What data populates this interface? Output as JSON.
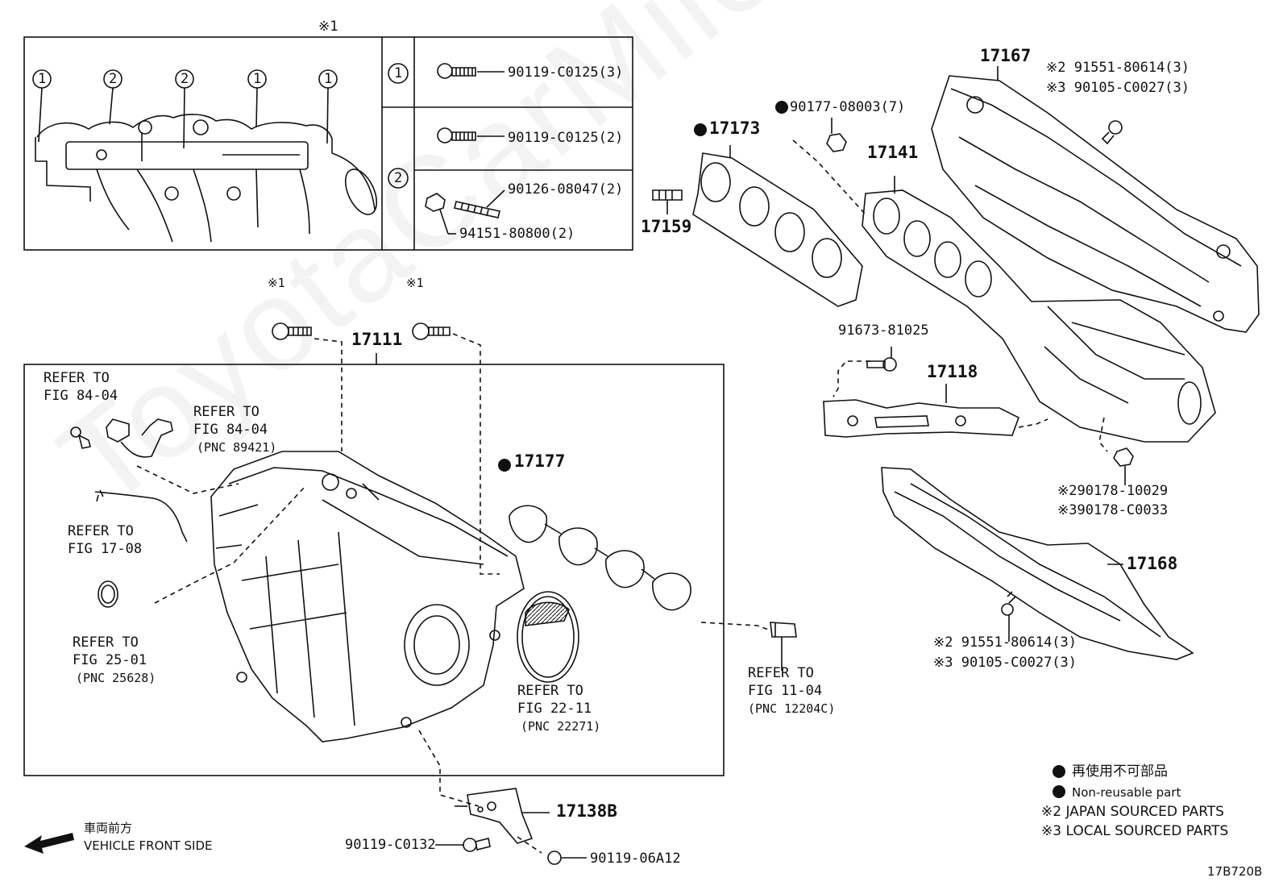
{
  "watermark": "ToyotaCarMiler.ru",
  "figure_id": "17B720B",
  "note1_mark": "※1",
  "detail_box": {
    "group1_mark": "1",
    "group2_mark": "2",
    "p_90119_C0125_3": "90119-C0125(3)",
    "p_90119_C0125_2": "90119-C0125(2)",
    "p_90126_08047": "90126-08047(2)",
    "p_94151_80800": "94151-80800(2)"
  },
  "parts": {
    "p17111": "17111",
    "p17173": "17173",
    "p17159": "17159",
    "p17141": "17141",
    "p17167": "17167",
    "p17118": "17118",
    "p17177": "17177",
    "p17168": "17168",
    "p17138B": "17138B",
    "p90177": "90177-08003(7)",
    "p91673": "91673-81025",
    "p91551_top_a": "※2 91551-80614(3)",
    "p90105_top_b": "※3 90105-C0027(3)",
    "p90178_a": "※290178-10029",
    "p90178_b": "※390178-C0033",
    "p91551_bot_a": "※2 91551-80614(3)",
    "p90105_bot_b": "※3 90105-C0027(3)",
    "p90119_C0132": "90119-C0132",
    "p90119_06A12": "90119-06A12"
  },
  "refs": {
    "r84_04_a1": "REFER TO",
    "r84_04_a2": "FIG 84-04",
    "r84_04_b1": "REFER TO",
    "r84_04_b2": "FIG 84-04",
    "r84_04_b3": "(PNC 89421)",
    "r17_08_1": "REFER TO",
    "r17_08_2": "FIG 17-08",
    "r25_01_1": "REFER TO",
    "r25_01_2": "FIG 25-01",
    "r25_01_3": "(PNC 25628)",
    "r22_11_1": "REFER TO",
    "r22_11_2": "FIG 22-11",
    "r22_11_3": "(PNC 22271)",
    "r11_04_1": "REFER TO",
    "r11_04_2": "FIG 11-04",
    "r11_04_3": "(PNC 12204C)"
  },
  "legend": {
    "nonreusable_jp": "再使用不可部品",
    "nonreusable_en": "Non-reusable part",
    "japan": "※2 JAPAN SOURCED PARTS",
    "local": "※3 LOCAL SOURCED PARTS"
  },
  "front": {
    "jp": "車両前方",
    "en": "VEHICLE FRONT SIDE"
  }
}
